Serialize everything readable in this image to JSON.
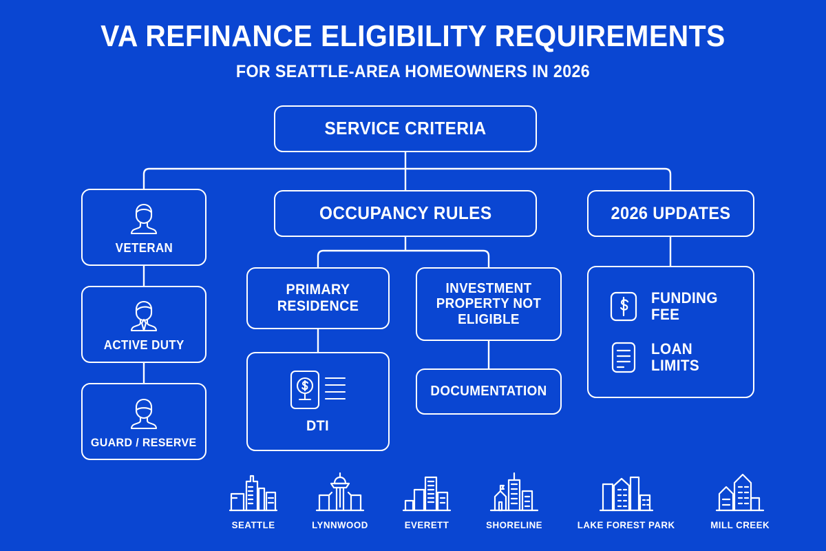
{
  "header": {
    "title": "VA REFINANCE ELIGIBILITY REQUIREMENTS",
    "subtitle": "FOR SEATTLE-AREA HOMEOWNERS IN 2026"
  },
  "colors": {
    "background": "#0a46d2",
    "stroke": "#ffffff",
    "text": "#ffffff"
  },
  "diagram": {
    "root": {
      "label": "SERVICE CRITERIA"
    },
    "branches": {
      "service_members": {
        "items": [
          {
            "label": "VETERAN",
            "icon": "person-cap-icon"
          },
          {
            "label": "ACTIVE DUTY",
            "icon": "person-beret-icon"
          },
          {
            "label": "GUARD / RESERVE",
            "icon": "person-helmet-icon"
          }
        ]
      },
      "occupancy": {
        "label": "OCCUPANCY RULES",
        "children": [
          {
            "label": "PRIMARY RESIDENCE"
          },
          {
            "label": "INVESTMENT PROPERTY NOT ELIGIBLE"
          }
        ],
        "grandchildren": [
          {
            "label": "DTI",
            "icon": "document-magnifier-dollar-icon"
          },
          {
            "label": "DOCUMENTATION"
          }
        ]
      },
      "updates": {
        "label": "2026 UPDATES",
        "items": [
          {
            "label": "FUNDING FEE",
            "icon": "dollar-square-icon"
          },
          {
            "label": "LOAN LIMITS",
            "icon": "document-lines-icon"
          }
        ]
      }
    }
  },
  "cities": [
    {
      "label": "SEATTLE",
      "icon": "skyline-seattle-icon"
    },
    {
      "label": "LYNNWOOD",
      "icon": "skyline-lynnwood-icon"
    },
    {
      "label": "EVERETT",
      "icon": "skyline-everett-icon"
    },
    {
      "label": "SHORELINE",
      "icon": "skyline-shoreline-icon"
    },
    {
      "label": "LAKE FOREST PARK",
      "icon": "skyline-lake-forest-park-icon"
    },
    {
      "label": "MILL CREEK",
      "icon": "skyline-mill-creek-icon"
    }
  ]
}
